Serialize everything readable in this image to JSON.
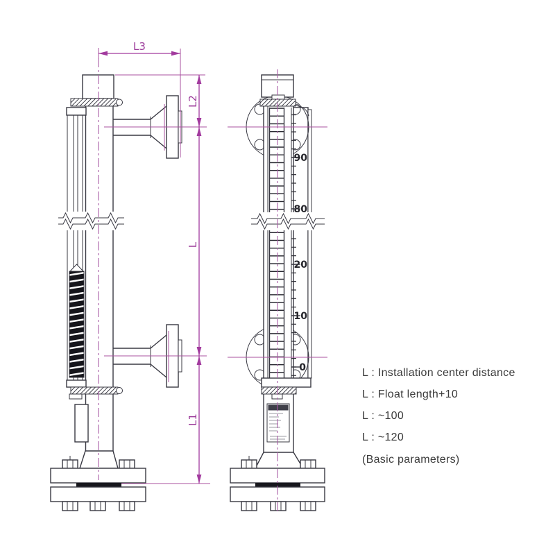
{
  "diagram": {
    "type": "technical-drawing",
    "views": {
      "front": "front-view",
      "side": "side-view"
    },
    "dimensions": {
      "L3": "L3",
      "L2": "L2",
      "L": "L",
      "L1": "L1"
    },
    "scale": {
      "labels": [
        "90",
        "80",
        "20",
        "10",
        "0"
      ]
    },
    "notes": [
      "L : Installation center distance",
      "L : Float length+10",
      "L : ~100",
      "L : ~120",
      "(Basic parameters)"
    ],
    "colors": {
      "dimension_lines": "#a23a9e",
      "drawing_lines": "#383842",
      "float_fill": "#15151b",
      "gasket_fill": "#17171d",
      "background": "#ffffff"
    }
  }
}
